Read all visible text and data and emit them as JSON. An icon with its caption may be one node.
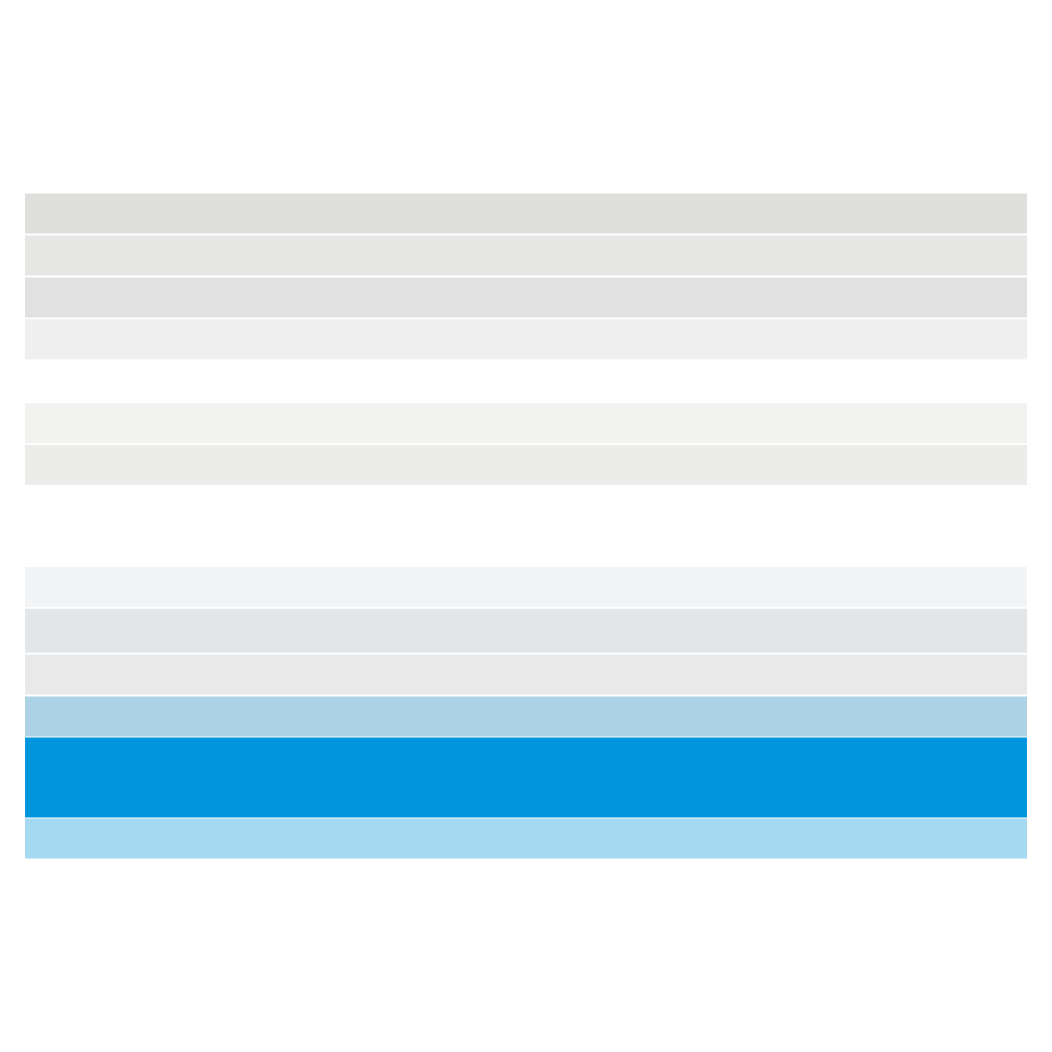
{
  "diagram": {
    "nodes": [
      {
        "text": [],
        "shape": "bar"
      },
      {
        "text": [],
        "shape": "bar"
      },
      {
        "text": [],
        "shape": "bar"
      },
      {
        "text": [],
        "shape": "bar"
      },
      {
        "text": [],
        "shape": "bar"
      },
      {
        "text": [],
        "shape": "bar"
      },
      {
        "text": [],
        "shape": "bar"
      },
      {
        "text": [],
        "shape": "bar"
      },
      {
        "text": [],
        "shape": "bar"
      },
      {
        "text": [],
        "shape": "bar"
      },
      {
        "text": [],
        "shape": "bar"
      },
      {
        "text": [],
        "shape": "bar"
      }
    ]
  }
}
